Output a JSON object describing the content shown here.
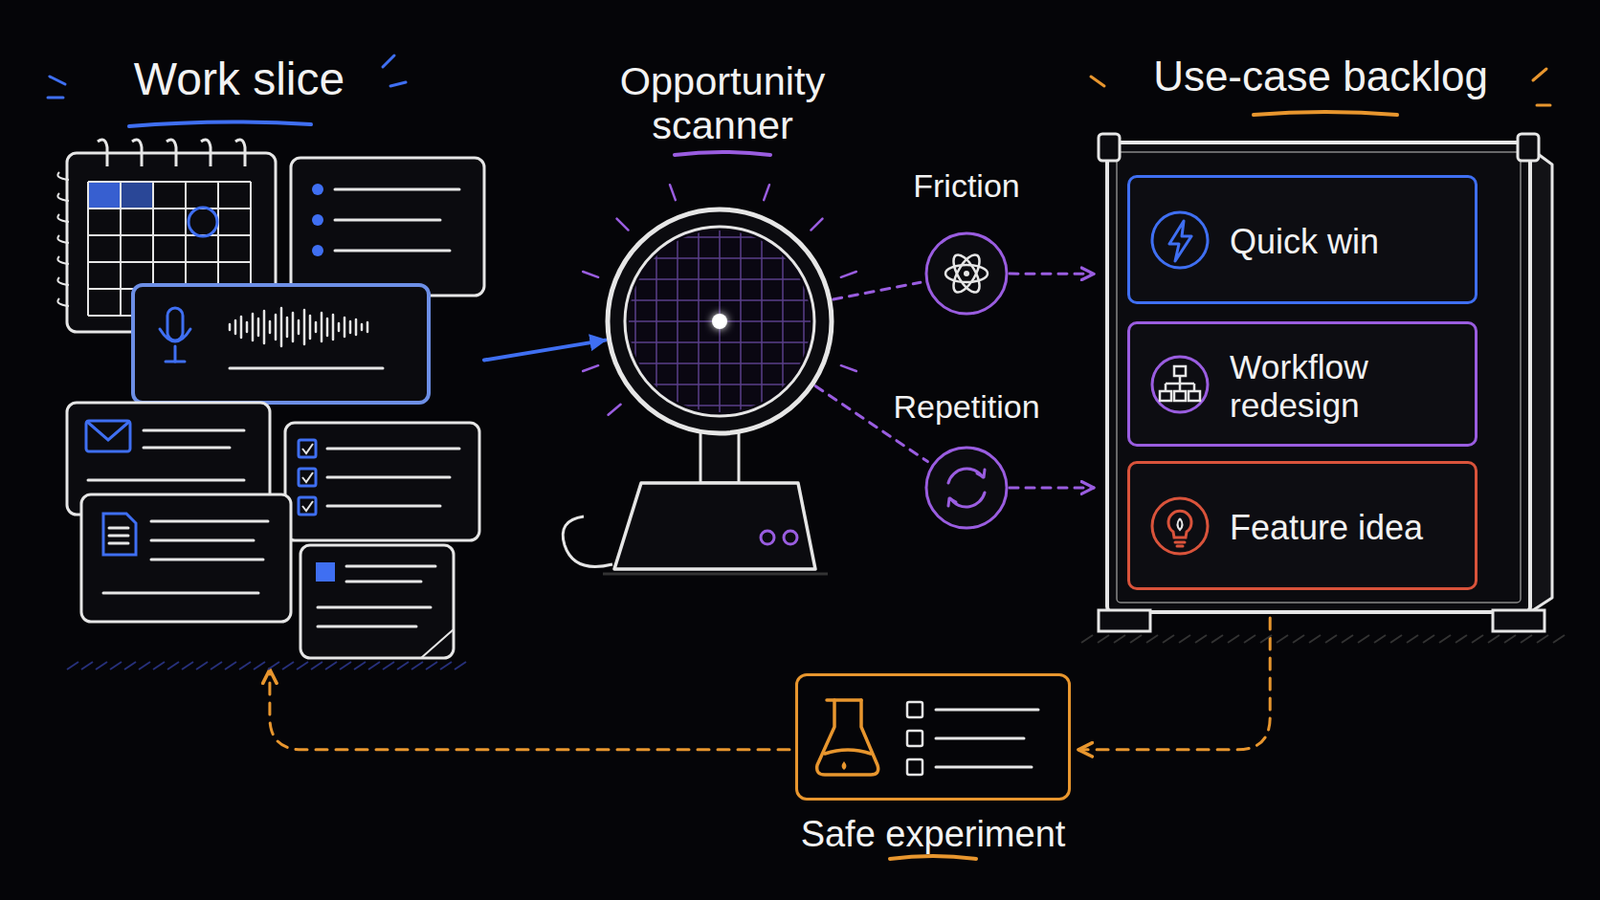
{
  "diagram": {
    "nodes": [
      {
        "text": [
          "Work slice"
        ]
      },
      {
        "text": [
          "Opportunity scanner"
        ]
      },
      {
        "text": [
          "Friction"
        ]
      },
      {
        "text": [
          "Repetition"
        ]
      },
      {
        "text": [
          "Use-case backlog"
        ]
      },
      {
        "text": [
          "Quick win"
        ],
        "in": 4
      },
      {
        "text": [
          "Workflow redesign"
        ],
        "in": 4
      },
      {
        "text": [
          "Feature idea"
        ],
        "in": 4
      },
      {
        "text": [
          "Safe experiment"
        ]
      }
    ],
    "edges": [
      {
        "from": 0,
        "to": 1,
        "arrow": "to"
      },
      {
        "from": 1,
        "to": 2,
        "arrow": "none"
      },
      {
        "from": 1,
        "to": 3,
        "arrow": "none"
      },
      {
        "from": 2,
        "to": 4,
        "arrow": "to"
      },
      {
        "from": 3,
        "to": 4,
        "arrow": "to"
      },
      {
        "from": 4,
        "to": 8,
        "arrow": "to"
      },
      {
        "from": 8,
        "to": 0,
        "arrow": "to"
      }
    ]
  }
}
